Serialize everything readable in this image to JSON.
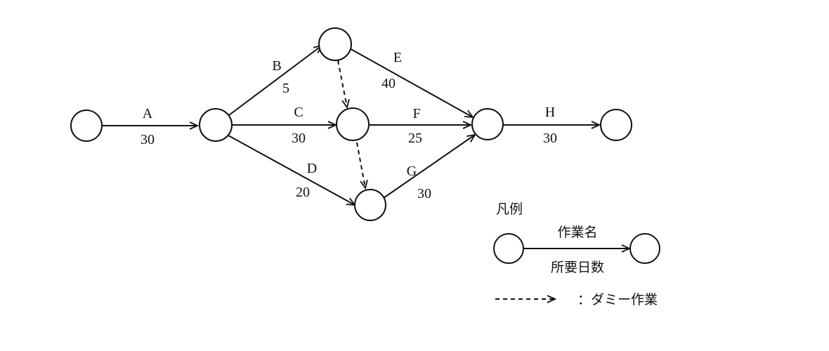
{
  "activities": [
    {
      "id": "A",
      "name": "A",
      "days": "30"
    },
    {
      "id": "B",
      "name": "B",
      "days": "5"
    },
    {
      "id": "C",
      "name": "C",
      "days": "30"
    },
    {
      "id": "D",
      "name": "D",
      "days": "20"
    },
    {
      "id": "E",
      "name": "E",
      "days": "40"
    },
    {
      "id": "F",
      "name": "F",
      "days": "25"
    },
    {
      "id": "G",
      "name": "G",
      "days": "30"
    },
    {
      "id": "H",
      "name": "H",
      "days": "30"
    }
  ],
  "legend": {
    "title": "凡例",
    "name_label": "作業名",
    "days_label": "所要日数",
    "dummy_label": "：ダミー作業"
  },
  "colors": {
    "line": "#111111",
    "background": "#ffffff"
  }
}
